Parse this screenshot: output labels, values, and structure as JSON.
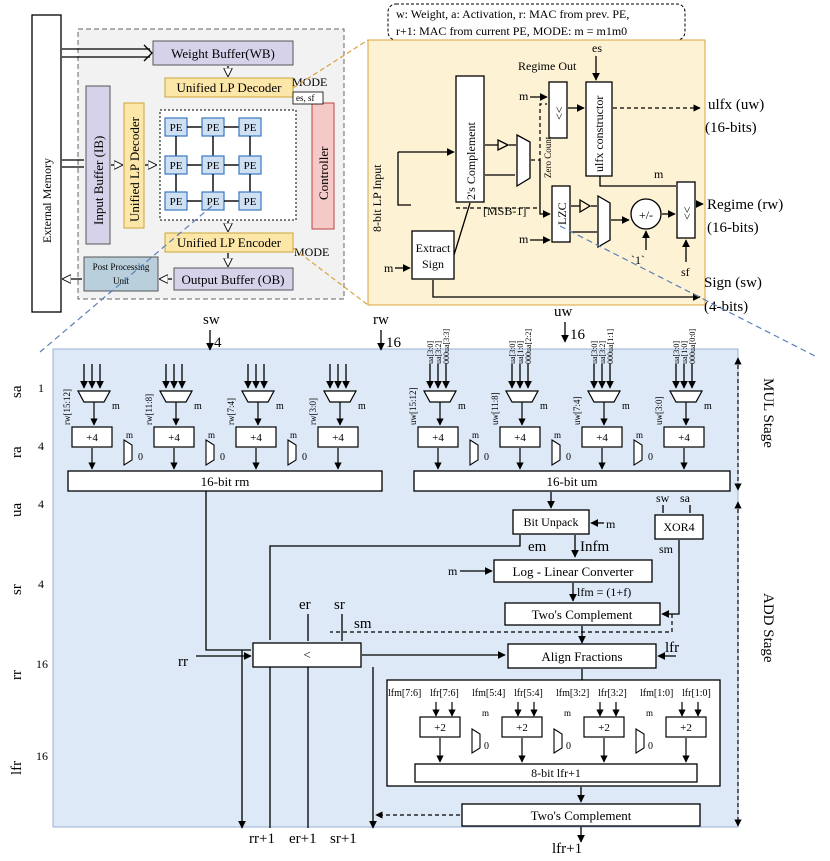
{
  "legend": {
    "line1": "w: Weight, a: Activation, r: MAC from prev. PE,",
    "line2": "r+1: MAC from current PE, MODE: m = m1m0"
  },
  "top": {
    "external_memory": "External Memory",
    "weight_buffer": "Weight Buffer(WB)",
    "unified_lp_decoder_top": "Unified LP Decoder",
    "unified_lp_decoder_side": "Unified LP Decoder",
    "input_buffer": "Input Buffer (IB)",
    "controller": "Controller",
    "unified_lp_encoder": "Unified LP Encoder",
    "output_buffer": "Output Buffer (OB)",
    "post_processing": [
      "Post Processing",
      "Unit"
    ],
    "mode_top": "MODE",
    "es_sf": "es, sf",
    "mode_bottom": "MODE",
    "pe": "PE"
  },
  "decoder": {
    "input": "8-bit LP Input",
    "twos_complement": "2's Complement",
    "regime_out": "Regime Out",
    "es": "es",
    "m": "m",
    "shift": "<<",
    "zero_count": "Zero Count",
    "lzc": "LZC",
    "ulfx_constructor": "ulfx constructor",
    "ulfx_out": "ulfx (uw)",
    "ulfx_bits": "(16-bits)",
    "regime": "Regime (rw)",
    "regime_bits": "(16-bits)",
    "sign": "Sign (sw)",
    "sign_bits": "(4-bits)",
    "msb": "[MSB-1]",
    "extract": [
      "Extract",
      "Sign"
    ],
    "plus_minus": "+/-",
    "one": "`1`",
    "sf": "sf"
  },
  "pipeline": {
    "sw": "sw",
    "rw": "rw",
    "uw": "uw",
    "four": "4",
    "sixteen": "16",
    "sa": "sa",
    "ra": "ra",
    "ua": "ua",
    "sr": "sr",
    "rr": "rr",
    "lfr": "lfr",
    "one": "1",
    "rw_slices": [
      "rw[15:12]",
      "rw[11:8]",
      "rw[7:4]",
      "rw[3:0]"
    ],
    "uw_slices": [
      "uw[15:12]",
      "uw[11:8]",
      "uw[7:4]",
      "uw[3:0]"
    ],
    "ua_labels": [
      "ua[3:0]",
      "ua[3:2]",
      "000ua[3:3]",
      "ua[3:0]",
      "ua[1:0]",
      "000ua[2:2]",
      "ua[3:0]",
      "ua[3:2]",
      "000ua[1:1]",
      "ua[3:0]",
      "ua[1:0]",
      "000ua[0:0]"
    ],
    "plus4": "+4",
    "zero": "0",
    "m": "m",
    "rm16": "16-bit rm",
    "um16": "16-bit um",
    "bit_unpack": "Bit Unpack",
    "xor": "XOR4",
    "em": "em",
    "infm": "Infm",
    "sm": "sm",
    "log_linear": "Log - Linear Converter",
    "lfm_eq": "lfm = (1+f)",
    "twos1": "Two's Complement",
    "er": "er",
    "sr2": "sr",
    "sm2": "sm",
    "lt": "<",
    "align": "Align Fractions",
    "lfr_in": "lfr",
    "lf_slices": [
      "lfm[7:6]",
      "lfr[7:6]",
      "lfm[5:4]",
      "lfr[5:4]",
      "lfm[3:2]",
      "lfr[3:2]",
      "lfm[1:0]",
      "lfr[1:0]"
    ],
    "plus2": "+2",
    "lfr8": "8-bit lfr+1",
    "twos2": "Two's Complement",
    "outputs": [
      "rr+1",
      "er+1",
      "sr+1",
      "lfr+1"
    ],
    "mul_stage": "MUL Stage",
    "add_stage": "ADD Stage"
  }
}
